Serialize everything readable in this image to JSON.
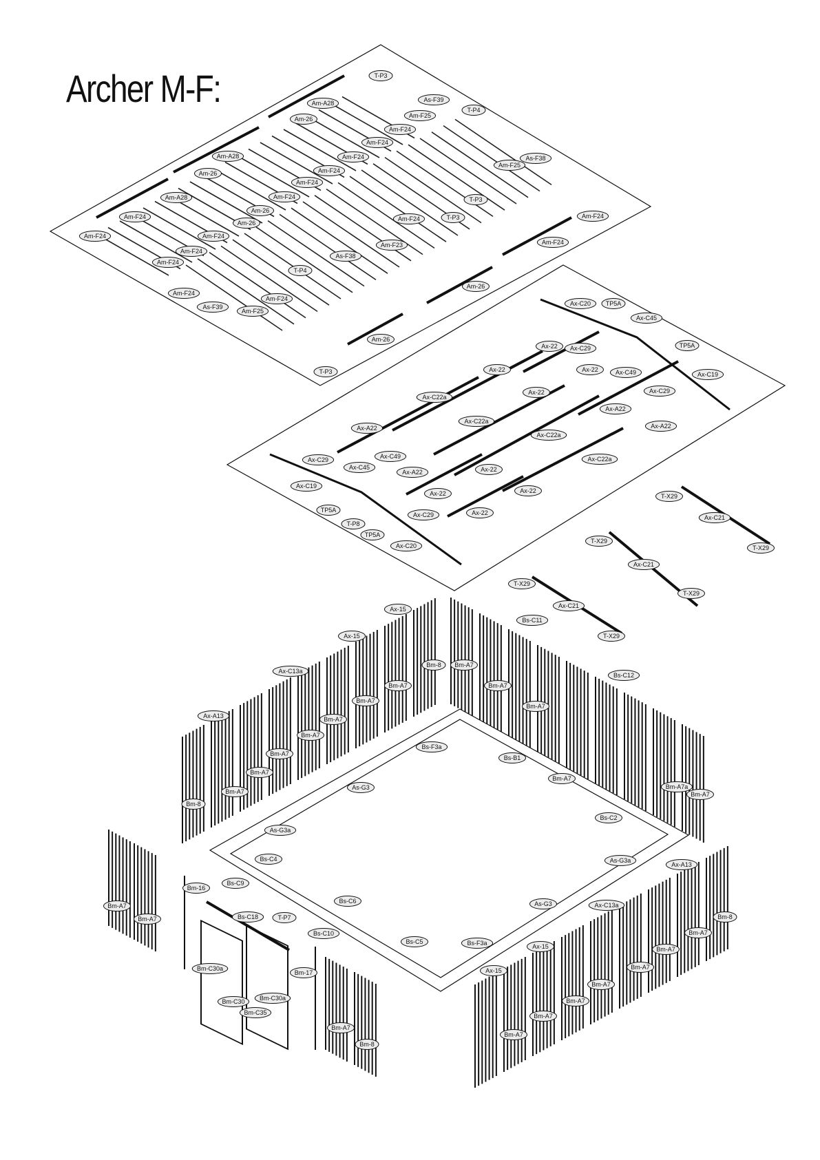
{
  "title": "Archer M-F:",
  "roof_labels": [
    "T-P3",
    "Am-A28",
    "As-F39",
    "T-P4",
    "Am-26",
    "Am-F25",
    "Am-F24",
    "Am-F24",
    "Am-A28",
    "Am-F24",
    "As-F38",
    "Am-26",
    "Am-F24",
    "Am-F25",
    "Am-F24",
    "Am-A28",
    "Am-F24",
    "Am-F24",
    "Am-26",
    "Am-F24",
    "T-P3",
    "Am-F24",
    "T-P3",
    "Am-F24",
    "Am-F24",
    "Am-26",
    "Am-F24",
    "Am-F24",
    "Am-F23",
    "Am-F24",
    "As-F38",
    "Am-F24",
    "T-P4",
    "Am-26",
    "Am-F24",
    "As-F39",
    "Am-F25",
    "Am-26",
    "T-P3"
  ],
  "frame_labels": [
    "Ax-C20",
    "TP5A",
    "Ax-C45",
    "Ax-22",
    "Ax-C29",
    "TP5A",
    "Ax-22",
    "Ax-22",
    "Ax-C49",
    "Ax-C19",
    "Ax-C22a",
    "Ax-22",
    "Ax-C29",
    "Ax-A22",
    "Ax-C22a",
    "Ax-A22",
    "Ax-A22",
    "Ax-C22a",
    "Ax-C29",
    "Ax-C49",
    "Ax-C45",
    "Ax-A22",
    "Ax-22",
    "Ax-C22a",
    "Ax-C19",
    "Ax-22",
    "Ax-22",
    "TP5A",
    "Ax-C29",
    "T-P8",
    "TP5A",
    "Ax-22",
    "Ax-C20"
  ],
  "crossbar_labels": [
    "T-X29",
    "Ax-C21",
    "T-X29",
    "T-X29",
    "Ax-C21",
    "T-X29",
    "T-X29",
    "Ax-C21",
    "T-X29"
  ],
  "wall_labels": [
    "Ax-15",
    "Bs-C11",
    "Ax-15",
    "Bm-8",
    "Bm-A7",
    "Ax-C13a",
    "Bm-A7",
    "Bs-C12",
    "Bm-A7",
    "Bm-A7",
    "Ax-A13",
    "Bm-A7",
    "Bm-A7",
    "Bm-A7",
    "Bm-A7",
    "Bs-F3a",
    "Bm-A7",
    "Bs-B1",
    "Bm-A7",
    "Bm-A7",
    "As-G3",
    "Bm-A7a",
    "Bm-A7",
    "Bm-8",
    "Bs-C2",
    "As-G3a",
    "Bs-C4",
    "As-G3a",
    "Ax-A13",
    "Bm-A7",
    "Bm-16",
    "Bs-C9",
    "Bm-A7",
    "Bs-C6",
    "As-G3",
    "Ax-C13a",
    "Bm-8",
    "Bs-C18",
    "T-P7",
    "Bs-C10",
    "Bs-C5",
    "Bs-F3a",
    "Ax-15",
    "Bm-A7",
    "Bm-A7",
    "Ax-15",
    "Bm-C30a",
    "Bm-17",
    "Bm-A7",
    "Bm-C30",
    "Bm-C30a",
    "Bm-C35",
    "Bm-A7",
    "Bm-A7",
    "Bm-A7",
    "Bm-A7",
    "Bm-A7",
    "Bm-8"
  ]
}
